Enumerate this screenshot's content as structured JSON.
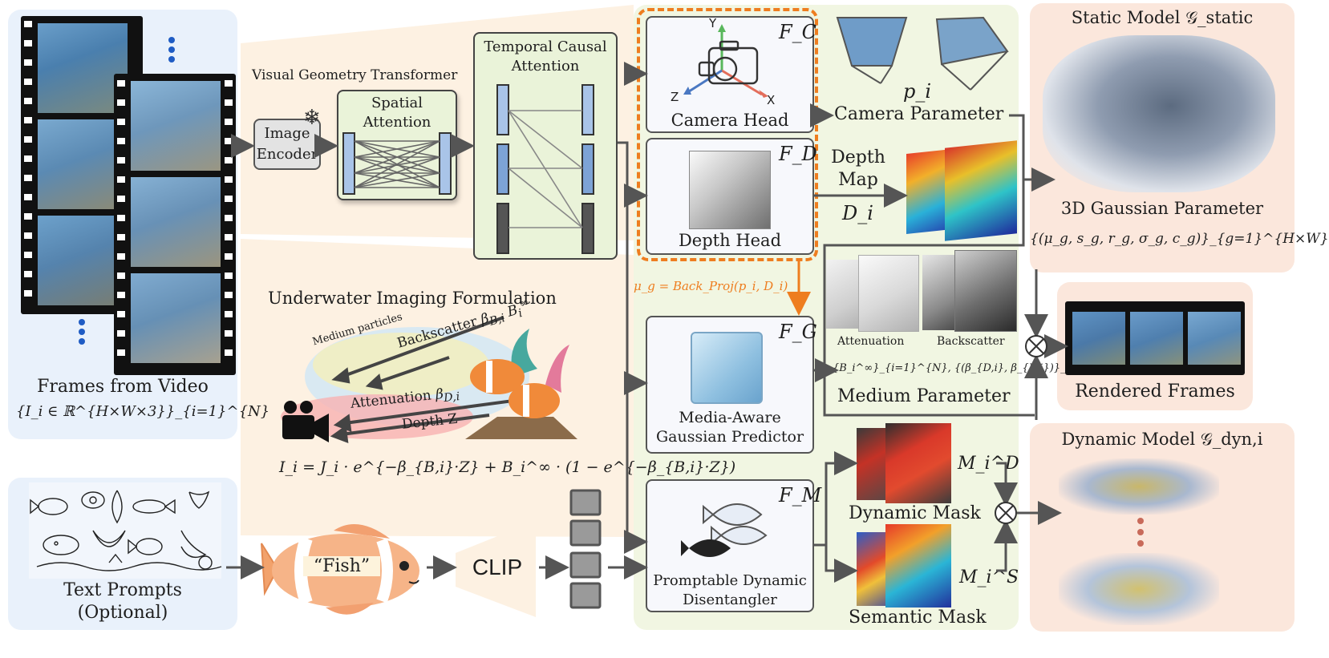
{
  "labels": {
    "frames_from_video": "Frames from Video",
    "frames_formula": "{I_i ∈ ℝ^{H×W×3}}_{i=1}^{N}",
    "text_prompts": "Text Prompts",
    "optional": "(Optional)",
    "visual_geometry_transformer": "Visual Geometry Transformer",
    "image_encoder_line1": "Image",
    "image_encoder_line2": "Encoder",
    "spatial_attention_line1": "Spatial",
    "spatial_attention_line2": "Attention",
    "temporal_attention_line1": "Temporal Causal",
    "temporal_attention_line2": "Attention",
    "underwater_imaging": "Underwater Imaging Formulation",
    "medium_particles": "Medium particles",
    "backscatter_label": "Backscatter",
    "attenuation_label": "Attenuation",
    "depth_z": "Depth Z",
    "imaging_equation": "I_i = J_i · e^{−β_{B,i}·Z} + B_i^∞ · (1 − e^{−β_{B,i}·Z})",
    "fish_prompt": "“Fish”",
    "clip": "CLIP",
    "camera_head": "Camera Head",
    "depth_head": "Depth Head",
    "fc": "F_C",
    "fd": "F_D",
    "fg": "F_G",
    "fm": "F_M",
    "back_proj": "μ_g = Back_Proj(p_i, D_i)",
    "media_aware_line1": "Media-Aware",
    "media_aware_line2": "Gaussian Predictor",
    "promptable_line1": "Promptable Dynamic",
    "promptable_line2": "Disentangler",
    "pi": "p_i",
    "camera_parameter": "Camera Parameter",
    "depth_map_line1": "Depth",
    "depth_map_line2": "Map",
    "di": "D_i",
    "attenuation_caption": "Attenuation",
    "backscatter_caption": "Backscatter",
    "medium_formula": "{B_i^∞}_{i=1}^{N}, {(β_{D,i}, β_{B,i})}_{g=1}^{H×W}",
    "medium_parameter": "Medium Parameter",
    "dynamic_mask": "Dynamic Mask",
    "semantic_mask": "Semantic Mask",
    "mid": "M_i^D",
    "mis": "M_i^S",
    "static_model": "Static Model 𝒢_static",
    "gaussian_parameter": "3D Gaussian Parameter",
    "gaussian_formula": "{(μ_g, s_g, r_g, σ_g, c_g)}_{g=1}^{H×W}",
    "rendered_frames": "Rendered Frames",
    "dynamic_model": "Dynamic Model 𝒢_dyn,i",
    "axis_x": "X",
    "axis_y": "Y",
    "axis_z": "Z"
  },
  "colors": {
    "blue_panel": "#e9f1fb",
    "cream_panel": "#fdf1e2",
    "green_panel": "#f1f6e2",
    "peach_panel": "#fbe7dc",
    "orange_accent": "#ee7d1f",
    "arrow_gray": "#555555"
  }
}
